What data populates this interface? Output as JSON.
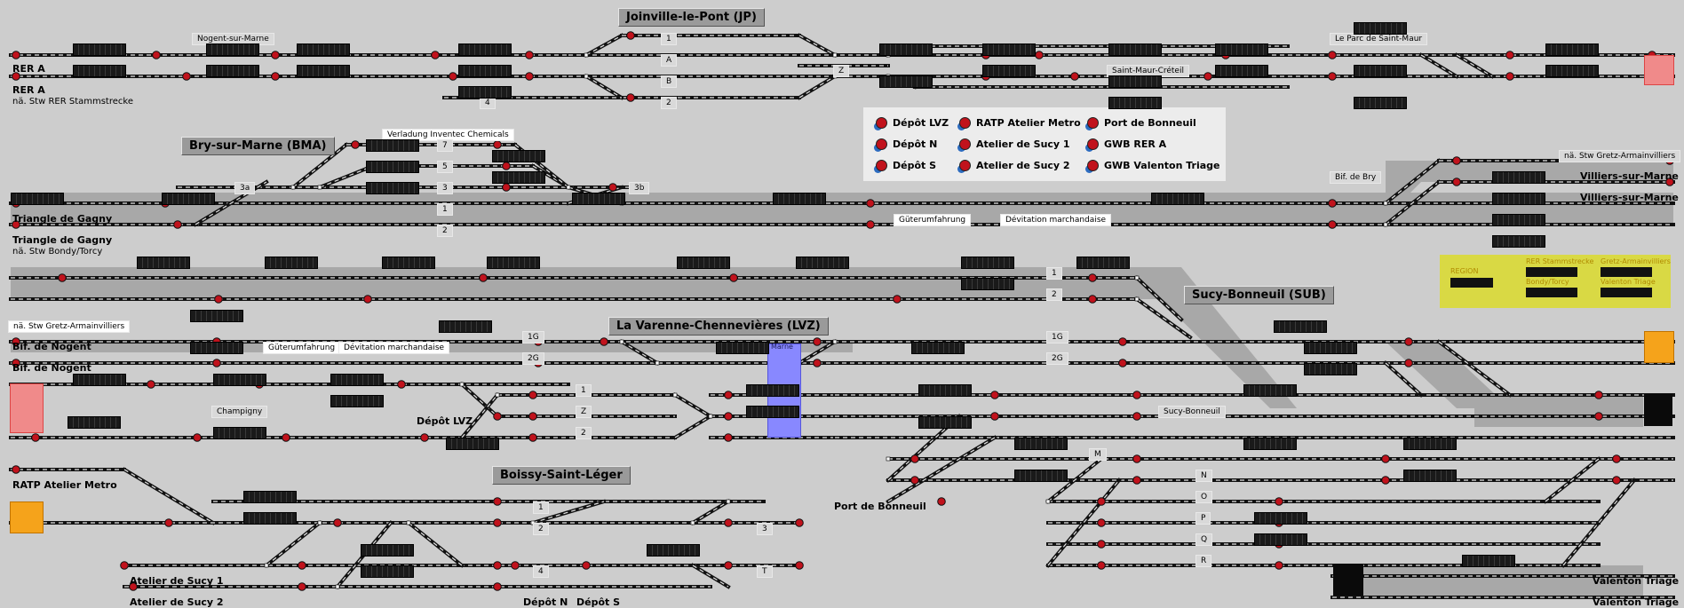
{
  "stations": {
    "joinville": "Joinville-le-Pont (JP)",
    "bry": "Bry-sur-Marne (BMA)",
    "lvz": "La Varenne-Chennevières (LVZ)",
    "sub": "Sucy-Bonneuil (SUB)",
    "boissy": "Boissy-Saint-Léger"
  },
  "legend": [
    {
      "label": "Dépôt LVZ"
    },
    {
      "label": "RATP Atelier Metro"
    },
    {
      "label": "Port de Bonneuil"
    },
    {
      "label": "Dépôt N"
    },
    {
      "label": "Atelier de Sucy 1"
    },
    {
      "label": "GWB RER A"
    },
    {
      "label": "Dépôt S"
    },
    {
      "label": "Atelier de Sucy 2"
    },
    {
      "label": "GWB Valenton Triage"
    }
  ],
  "region": {
    "region_label": "REGION",
    "rer_label": "RER Stammstrecke",
    "gretz_label": "Gretz-Armainvilliers",
    "bondy_label": "Bondy/Torcy",
    "valenton_label": "Valenton Triage"
  },
  "labels": {
    "rer_a_1": "RER A",
    "rer_a_2": "RER A",
    "stw_rer": "nä. Stw RER Stammstrecke",
    "nogent_marne": "Nogent-sur-Marne",
    "le_parc": "Le Parc de Saint-Maur",
    "saint_maur": "Saint-Maur-Créteil",
    "verladung": "Verladung Inventec Chemicals",
    "bif_bry": "Bif. de Bry",
    "stw_gretz_top": "nä. Stw Gretz-Armainvilliers",
    "villiers_1": "Villiers-sur-Marne",
    "villiers_2": "Villiers-sur-Marne",
    "triangle_1": "Triangle de Gagny",
    "triangle_2": "Triangle de Gagny",
    "stw_bondy": "nä. Stw Bondy/Torcy",
    "guterumfahrung_1": "Güterumfahrung",
    "devitation_1": "Dévitation marchandaise",
    "stw_gretz_left": "nä. Stw Gretz-Armainvilliers",
    "bif_nogent_1": "Bif. de Nogent",
    "bif_nogent_2": "Bif. de Nogent",
    "guterumfahrung_2": "Güterumfahrung",
    "devitation_2": "Dévitation marchandaise",
    "marne": "Marne",
    "champigny": "Champigny",
    "depot_lvz": "Dépôt LVZ",
    "sucy_bonneuil": "Sucy-Bonneuil",
    "ratp_atelier": "RATP Atelier Metro",
    "port_bonneuil": "Port de Bonneuil",
    "atelier_sucy1": "Atelier de Sucy 1",
    "atelier_sucy2": "Atelier de Sucy 2",
    "depot_n": "Dépôt N",
    "depot_s": "Dépôt S",
    "valenton_1": "Valenton Triage",
    "valenton_2": "Valenton Triage"
  },
  "track_numbers": {
    "jp_1": "1",
    "jp_a": "A",
    "jp_2": "2",
    "jp_b": "B",
    "jp_z": "Z",
    "jp_4": "4",
    "bma_7": "7",
    "bma_5": "5",
    "bma_3": "3",
    "bma_3a": "3a",
    "bma_3b": "3b",
    "bma_1": "1",
    "bma_2": "2",
    "sub_1": "1",
    "sub_2": "2",
    "lvz_1g": "1G",
    "lvz_2g": "2G",
    "lvz_1": "1",
    "lvz_z": "Z",
    "lvz_2": "2",
    "sub_1g": "1G",
    "sub_2g": "2G",
    "sub_m": "M",
    "sub_n": "N",
    "sub_o": "O",
    "sub_p": "P",
    "sub_q": "Q",
    "sub_r": "R",
    "bsl_1": "1",
    "bsl_2": "2",
    "bsl_3": "3",
    "bsl_4": "4",
    "bsl_t": "T"
  },
  "colors": {
    "background": "#cdcdcd",
    "track_gray": "#a8a8a8",
    "signal_red": "#c1121c",
    "station_box": "#9a9a9a",
    "legend_bg": "#ececec",
    "region_yellow": "#d9d944",
    "marker_pink": "#f08a8a",
    "marker_orange": "#f5a31b",
    "marker_blue": "#8888ff"
  }
}
